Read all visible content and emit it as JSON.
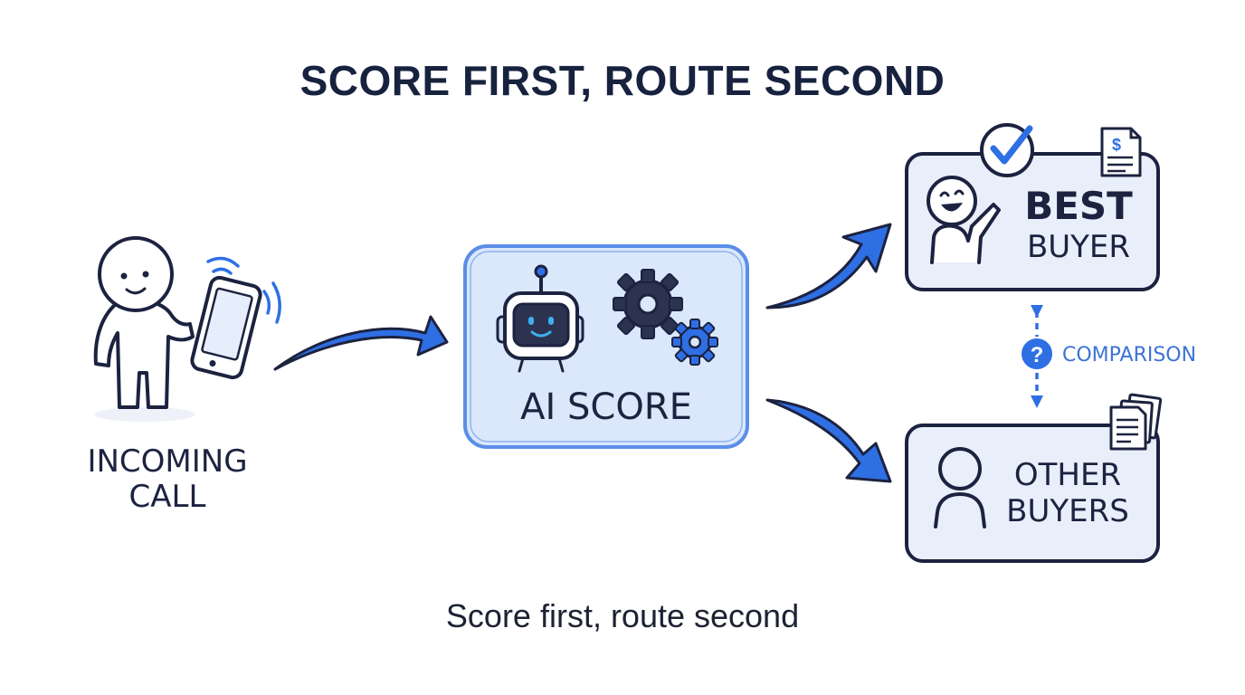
{
  "title": "SCORE FIRST, ROUTE SECOND",
  "caption": "Score first, route second",
  "nodes": {
    "caller": {
      "line1": "INCOMING",
      "line2": "CALL"
    },
    "ai": {
      "label": "AI SCORE"
    },
    "best": {
      "line1": "BEST",
      "line2": "BUYER"
    },
    "others": {
      "line1": "OTHER",
      "line2": "BUYERS"
    },
    "comparison": {
      "label": "COMPARISON",
      "icon_glyph": "?"
    },
    "invoice": {
      "glyph": "$"
    }
  },
  "colors": {
    "ink": "#1c2340",
    "accent": "#2f6fe4",
    "box_fill": "#e9effa",
    "ai_fill": "#dbe7fb",
    "ai_border": "#5b8ee8"
  },
  "icons": [
    "person-icon",
    "phone-icon",
    "signal-icon",
    "robot-icon",
    "gear-icon",
    "checkmark-icon",
    "invoice-icon",
    "documents-icon",
    "question-icon",
    "arrow-icon"
  ]
}
